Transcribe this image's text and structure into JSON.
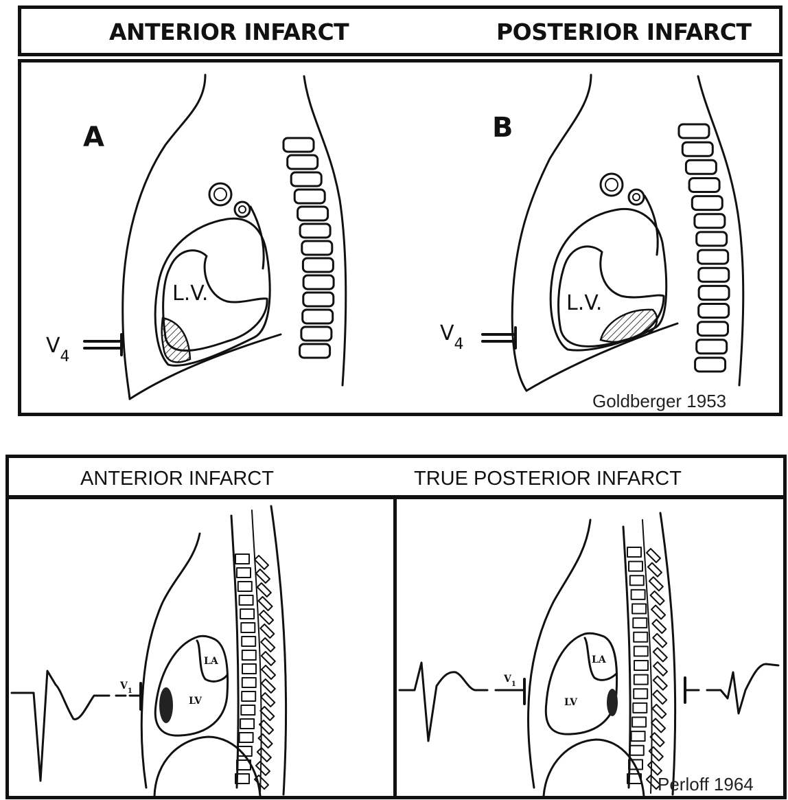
{
  "top_figure": {
    "title_left": "ANTERIOR INFARCT",
    "title_right": "POSTERIOR INFARCT",
    "panel_a": {
      "letter": "A",
      "lv_label": "L.V.",
      "lead_label": "V4"
    },
    "panel_b": {
      "letter": "B",
      "lv_label": "L.V.",
      "lead_label": "V4"
    },
    "credit": "Goldberger 1953"
  },
  "bottom_figure": {
    "title_left": "ANTERIOR INFARCT",
    "title_right": "TRUE  POSTERIOR INFARCT",
    "left_panel": {
      "la_label": "LA",
      "lv_label": "LV",
      "lead_label": "V1"
    },
    "right_panel": {
      "la_label": "LA",
      "lv_label": "LV",
      "lead_label": "V1"
    },
    "credit": "Perloff 1964"
  }
}
